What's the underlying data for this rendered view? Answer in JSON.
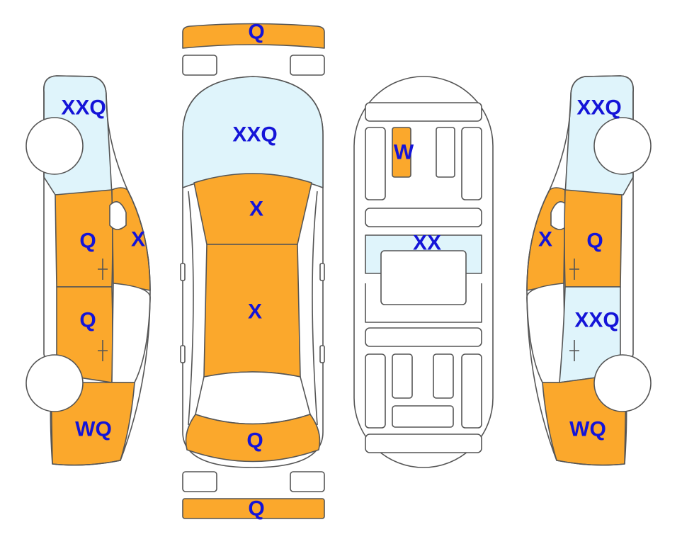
{
  "colors": {
    "damaged": "#fba82c",
    "glass": "#dff4fb",
    "label": "#1414d8",
    "line": "#555555",
    "background": "#ffffff"
  },
  "labels": {
    "front_bumper": "Q",
    "rear_bumper": "Q",
    "top_windshield": "XXQ",
    "top_hood": "X",
    "top_roof": "X",
    "top_trunk": "Q",
    "interior_seat": "W",
    "interior_middle": "XX",
    "left_front_glass": "XXQ",
    "left_front_door": "Q",
    "left_pillar": "X",
    "left_rear_door": "Q",
    "left_rear_quarter": "WQ",
    "right_front_glass": "XXQ",
    "right_pillar": "X",
    "right_front_door": "Q",
    "right_rear_glass": "XXQ",
    "right_rear_quarter": "WQ"
  }
}
